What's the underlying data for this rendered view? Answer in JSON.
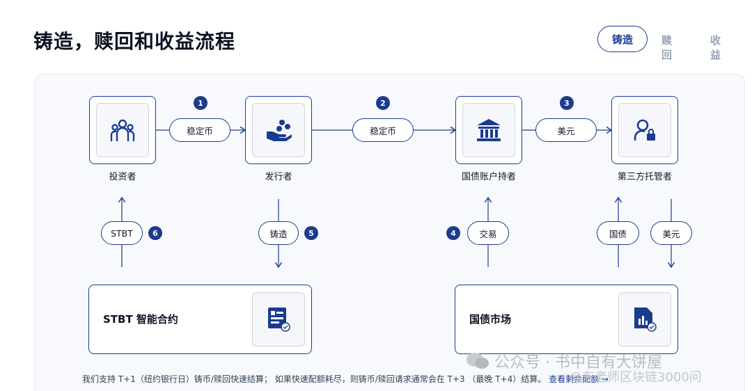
{
  "page_title": "铸造，赎回和收益流程",
  "tabs": [
    {
      "label": "铸造",
      "active": true
    },
    {
      "label": "赎回",
      "active": false
    },
    {
      "label": "收益",
      "active": false
    }
  ],
  "nodes": {
    "investor": "投资者",
    "issuer": "发行者",
    "treasury_holder": "国债账户持者",
    "custodian": "第三方托管者"
  },
  "flows_top": [
    {
      "step": "1",
      "label": "稳定币"
    },
    {
      "step": "2",
      "label": "稳定币"
    },
    {
      "step": "3",
      "label": "美元"
    }
  ],
  "flows_vertical": [
    {
      "step": "6",
      "label": "STBT"
    },
    {
      "step": "5",
      "label": "铸造"
    },
    {
      "step": "4",
      "label": "交易"
    },
    {
      "step": "",
      "label": "国债"
    },
    {
      "step": "",
      "label": "美元"
    }
  ],
  "blocks": {
    "contract": "STBT 智能合约",
    "market": "国债市场"
  },
  "footnote": {
    "text": "我们支持 T+1（纽约银行日）铸币/赎回快速结算；  如果快速配额耗尽，则铸币/赎回请求通常会在 T+3 （最晚 T+4）结算。",
    "link": "查看剩余配额 →"
  },
  "watermark": {
    "account": "公众号 · 书中自有大饼屋",
    "sub": "@东老师区块链3000问"
  },
  "colors": {
    "accent": "#1b3b8f",
    "panel_bg": "#f7f9fc",
    "muted": "#98a2b3"
  }
}
